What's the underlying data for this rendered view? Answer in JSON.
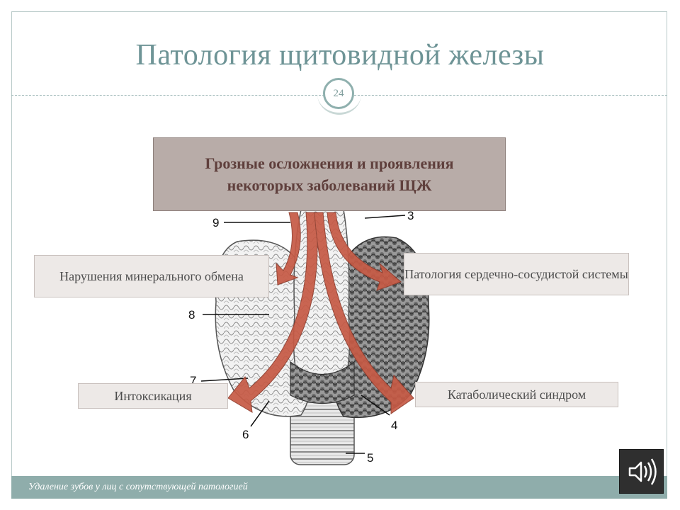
{
  "title": "Патология щитовидной железы",
  "page_number": "24",
  "header_box": "Грозные осложнения и проявления некоторых заболеваний ЩЖ",
  "labels": {
    "mineral": "Нарушения минерального обмена",
    "cardio": "Патология сердечно-сосудистой системы",
    "intox": "Интоксикация",
    "catab": "Катаболический синдром"
  },
  "diagram_numbers": [
    "9",
    "3",
    "8",
    "7",
    "6",
    "4",
    "5"
  ],
  "footer": "Удаление зубов у лиц с сопутствующей патологией",
  "icons": {
    "audio": "speaker-sound-icon"
  },
  "colors": {
    "accent": "#8fadab",
    "arrow": "#c0503a",
    "header_bg": "#b8aca8"
  }
}
